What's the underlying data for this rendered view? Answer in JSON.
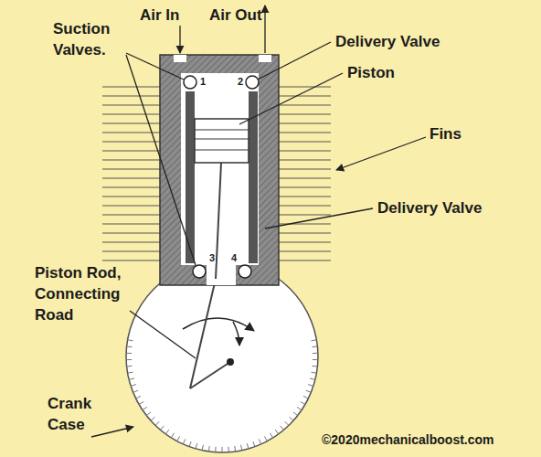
{
  "diagram": {
    "labels": [
      "Air In",
      "Air Out",
      "Suction Valves.",
      "Delivery Valve",
      "Piston",
      "Fins",
      "Delivery Valve",
      "Piston Rod, Connecting Road",
      "Crank Case",
      "©2020mechanicalboost.com",
      "1",
      "2",
      "3",
      "4"
    ]
  }
}
